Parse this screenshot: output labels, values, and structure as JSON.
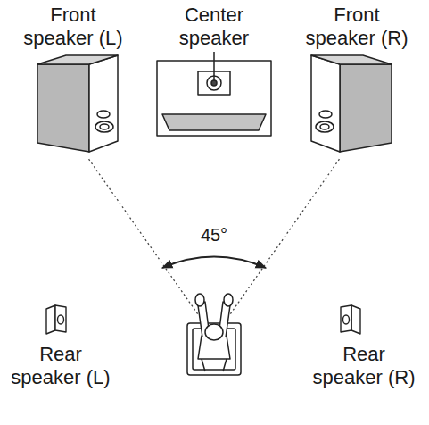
{
  "diagram": {
    "labels": [
      "Front speaker (L)",
      "Center speaker",
      "Front speaker (R)",
      "45°",
      "Rear speaker (L)",
      "Rear speaker (R)"
    ]
  }
}
